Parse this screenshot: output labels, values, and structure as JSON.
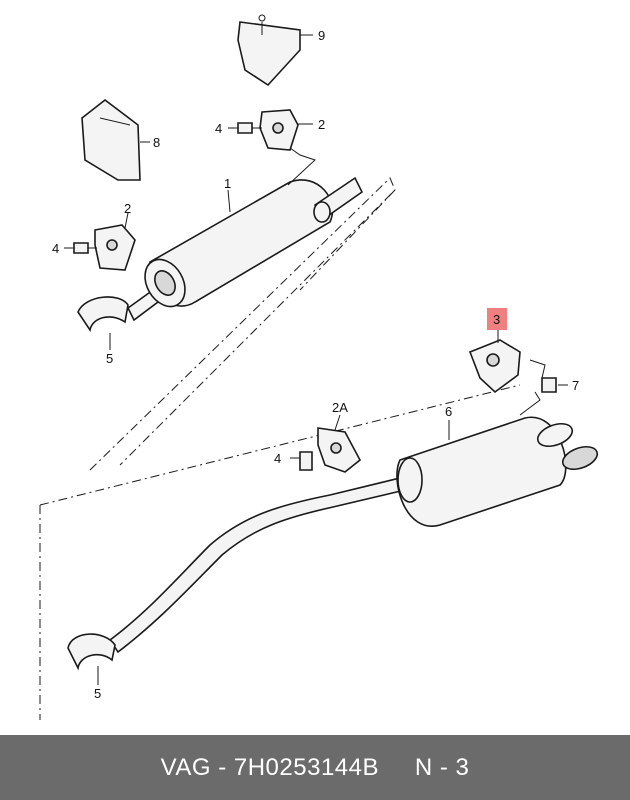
{
  "callouts": {
    "c9": "9",
    "c2_top": "2",
    "c4_top": "4",
    "c8": "8",
    "c1": "1",
    "c2_left": "2",
    "c4_left": "4",
    "c5_left": "5",
    "c3": "3",
    "c7": "7",
    "c2A": "2A",
    "c6": "6",
    "c4_mid": "4",
    "c5_bottom": "5"
  },
  "highlight_color": "#f08080",
  "footer": {
    "brand": "VAG",
    "sep1": " - ",
    "part_number": "7H0253144B",
    "sep2": "     ",
    "position": "N - 3"
  }
}
